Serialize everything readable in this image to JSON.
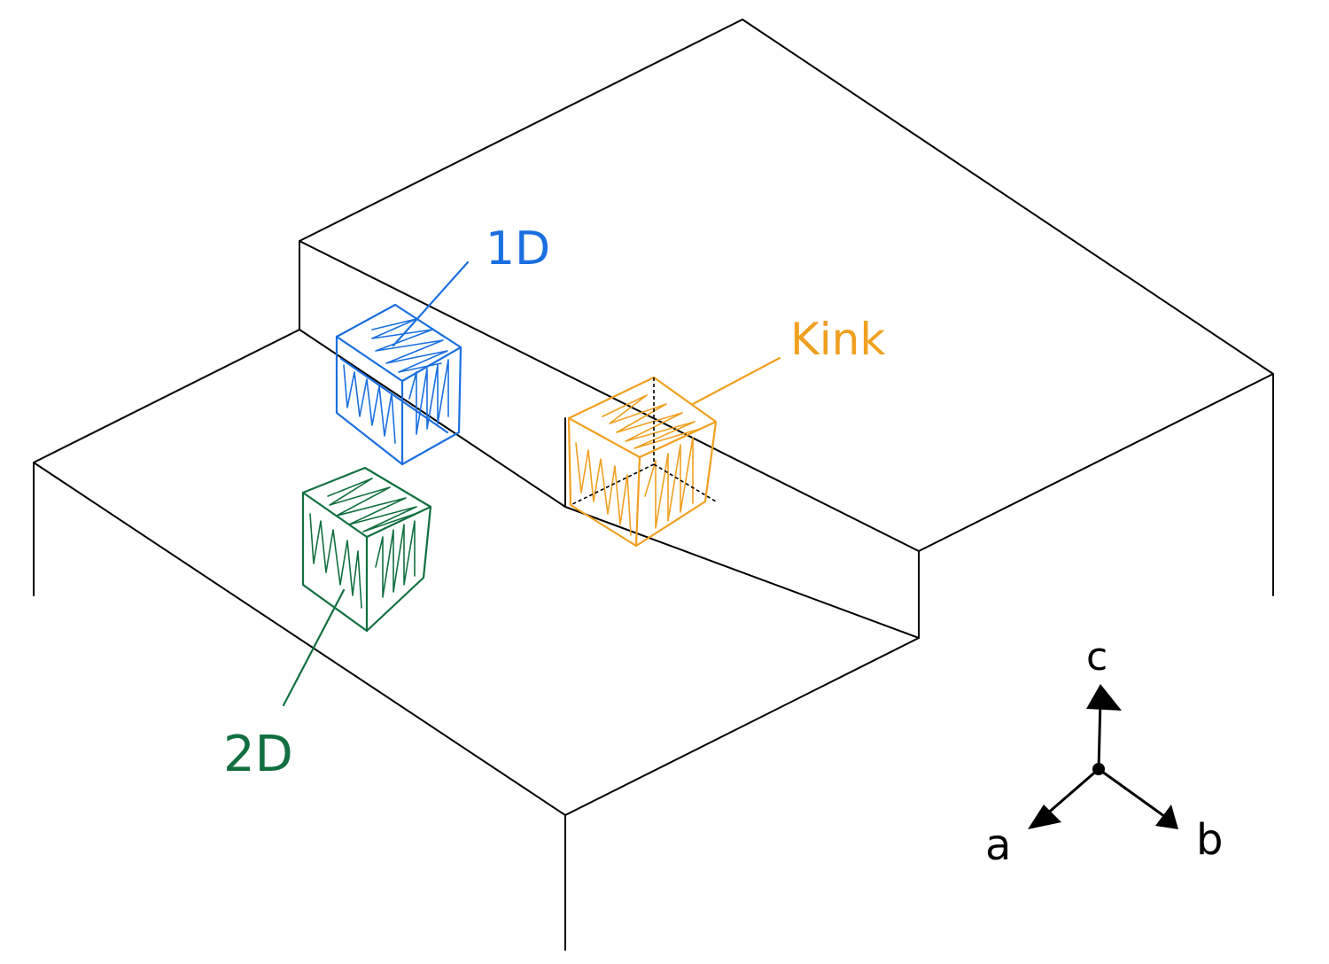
{
  "labels": {
    "one_d": "1D",
    "two_d": "2D",
    "kink": "Kink"
  },
  "axes": {
    "a": "a",
    "b": "b",
    "c": "c"
  },
  "colors": {
    "one_d": "#1a6fe0",
    "two_d": "#127040",
    "kink": "#f0a020",
    "lines": "#000000"
  }
}
